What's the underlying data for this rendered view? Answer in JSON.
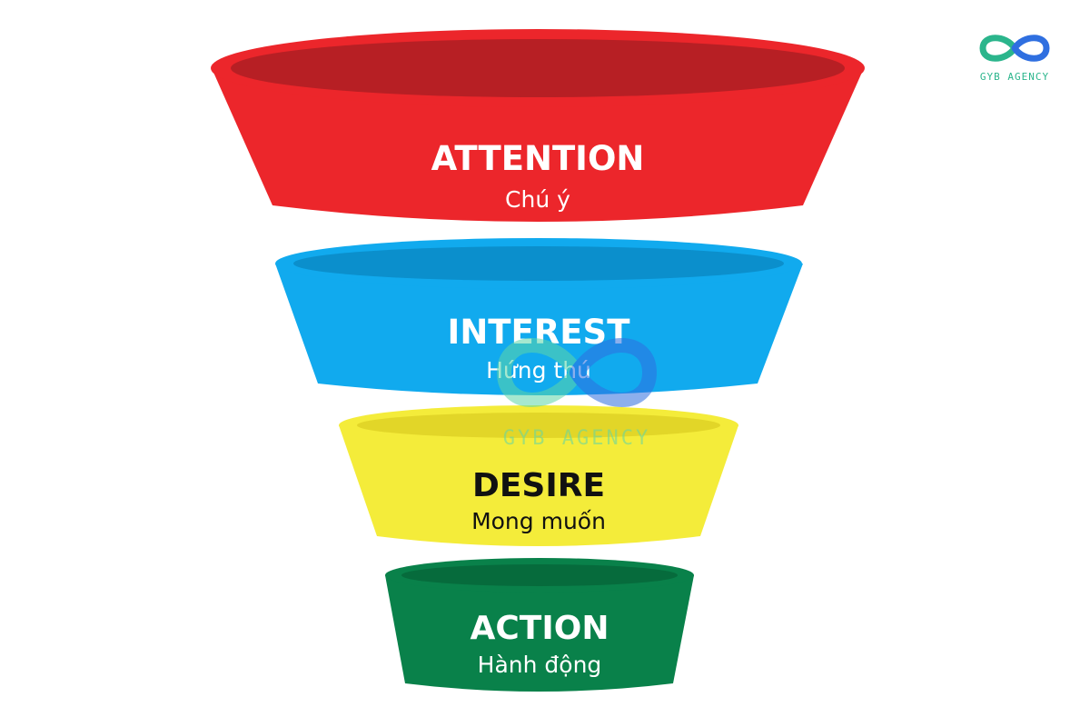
{
  "brand": {
    "logo_text": "GYB AGENCY",
    "watermark_text": "GYB AGENCY",
    "colors": {
      "green": "#2bb58c",
      "blue": "#2f6fe0"
    }
  },
  "stages": [
    {
      "title": "ATTENTION",
      "subtitle": "Chú ý",
      "color": "#ec262b",
      "rim": "#b71f24",
      "text_color": "#ffffff"
    },
    {
      "title": "INTEREST",
      "subtitle": "Hứng thú",
      "color": "#11aaee",
      "rim": "#0b8fcc",
      "text_color": "#ffffff"
    },
    {
      "title": "DESIRE",
      "subtitle": "Mong muốn",
      "color": "#f4ec3a",
      "rim": "#e2d628",
      "text_color": "#111111"
    },
    {
      "title": "ACTION",
      "subtitle": "Hành động",
      "color": "#09814a",
      "rim": "#066b3c",
      "text_color": "#ffffff"
    }
  ]
}
